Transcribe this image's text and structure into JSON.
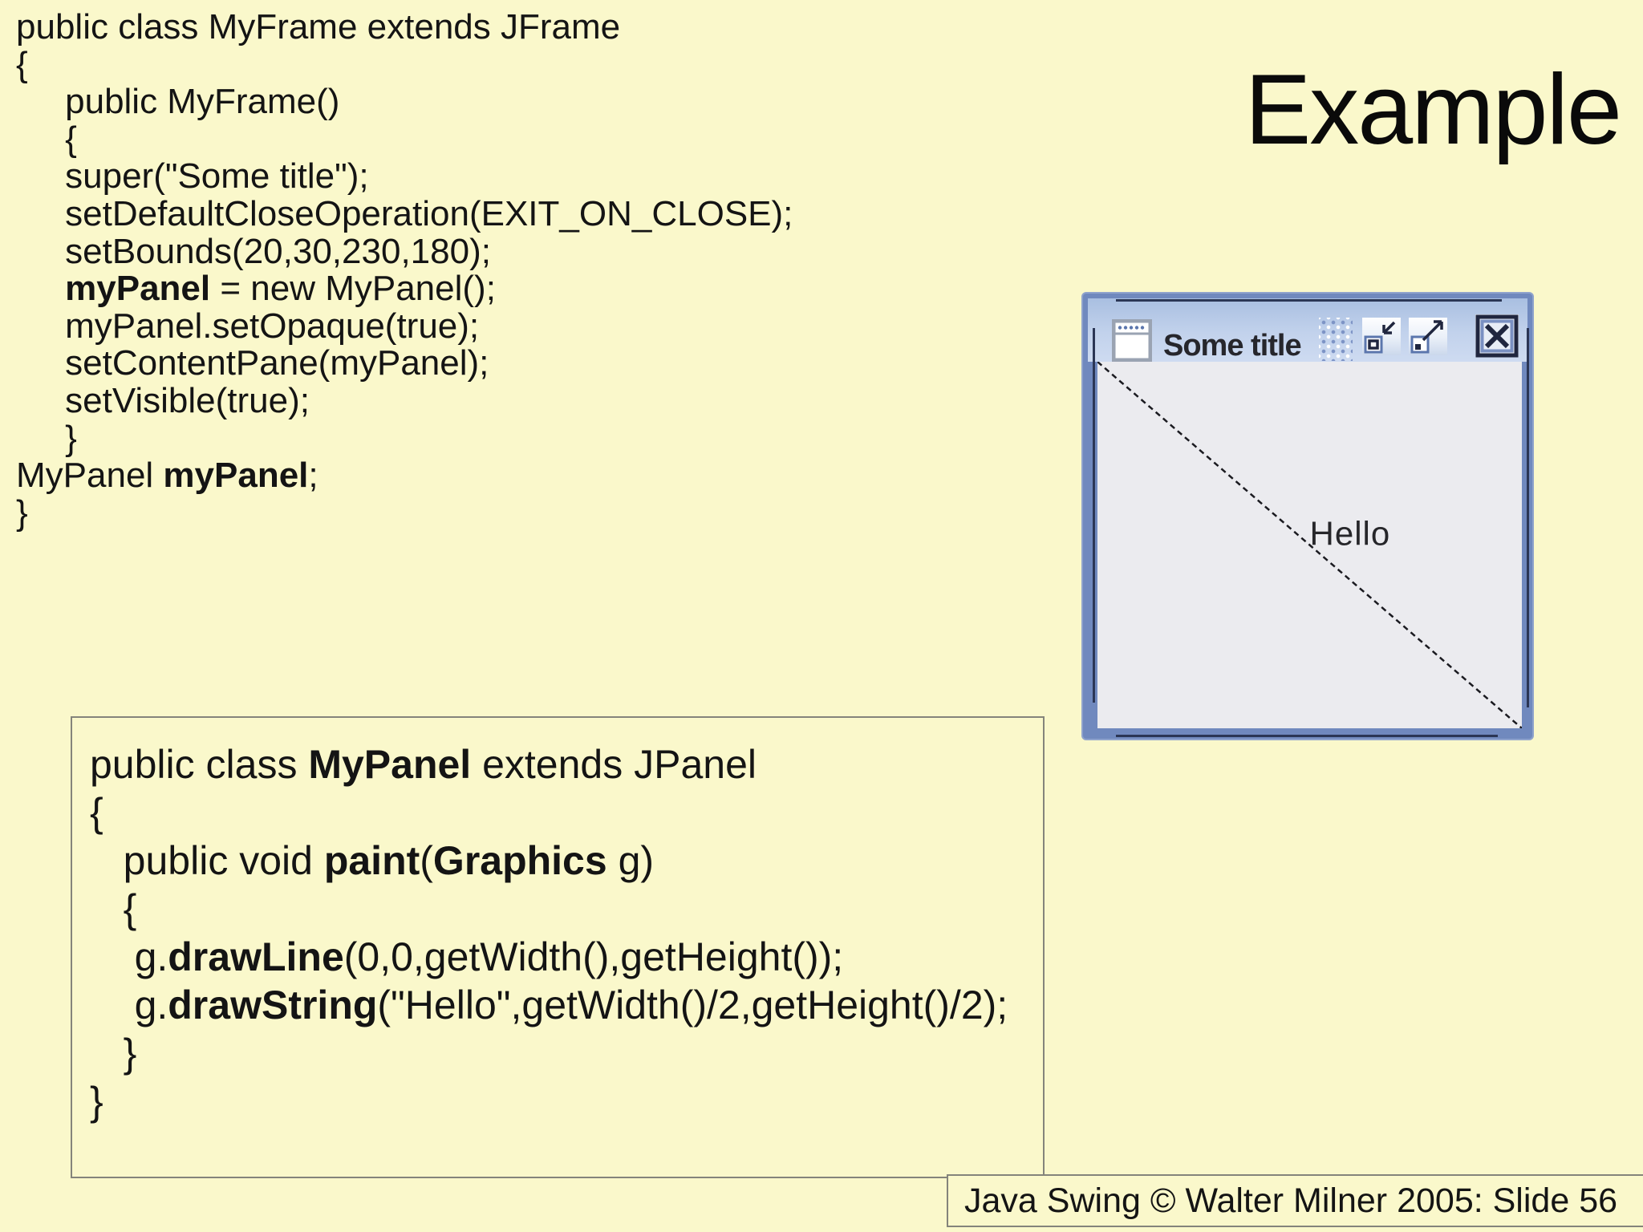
{
  "slide": {
    "background": "#FAF8CB",
    "title": "Example",
    "footer": "Java Swing © Walter Milner 2005: Slide 56"
  },
  "main_code": {
    "lines": [
      [
        "public class MyFrame extends JFrame"
      ],
      [
        "{"
      ],
      [
        "     public MyFrame()"
      ],
      [
        "     {"
      ],
      [
        "     super(\"Some title\");"
      ],
      [
        "     setDefaultCloseOperation(EXIT_ON_CLOSE);"
      ],
      [
        "     setBounds(20,30,230,180);"
      ],
      [
        "     ",
        {
          "b": "myPanel"
        },
        " = new MyPanel();"
      ],
      [
        "     myPanel.setOpaque(true);"
      ],
      [
        "     setContentPane(myPanel);"
      ],
      [
        "     setVisible(true);"
      ],
      [
        "     }"
      ],
      [
        "MyPanel ",
        {
          "b": "myPanel"
        },
        ";"
      ],
      [
        "}"
      ]
    ]
  },
  "panel_code": {
    "lines": [
      [
        "public class ",
        {
          "b": "MyPanel"
        },
        " extends JPanel"
      ],
      [
        "{"
      ],
      [
        "   public void ",
        {
          "b": "paint"
        },
        "(",
        {
          "b": "Graphics"
        },
        " g)"
      ],
      [
        "   {"
      ],
      [
        "    g.",
        {
          "b": "drawLine"
        },
        "(0,0,getWidth(),getHeight());"
      ],
      [
        "    g.",
        {
          "b": "drawString"
        },
        "(\"Hello\",getWidth()/2,getHeight()/2);"
      ],
      [
        "   }"
      ],
      [
        "}"
      ]
    ]
  },
  "swing_window": {
    "title": "Some title",
    "canvas_text": "Hello",
    "buttons": [
      {
        "name": "minimize",
        "icon": "minimize-icon"
      },
      {
        "name": "maximize",
        "icon": "maximize-icon"
      },
      {
        "name": "close",
        "icon": "close-icon"
      }
    ],
    "colors": {
      "frame": "#7089BE",
      "titlebar_top": "#A9BFE1",
      "titlebar_bottom": "#CEDBF1",
      "groove": "#2B3655",
      "canvas_bg": "#EBEBEF",
      "diagonal_line": "#1A1A20",
      "icon_dot_blue": "#5B76AD"
    }
  }
}
